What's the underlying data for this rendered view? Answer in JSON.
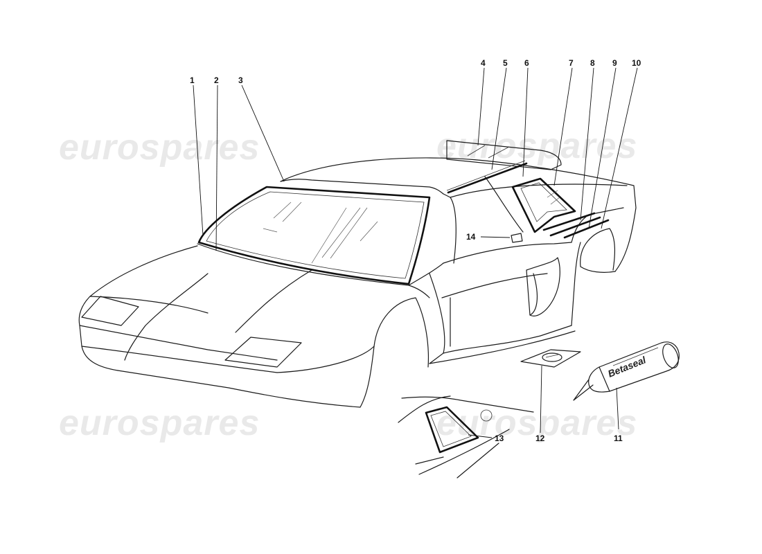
{
  "watermark": "eurospares",
  "callouts": [
    "1",
    "2",
    "3",
    "4",
    "5",
    "6",
    "7",
    "8",
    "9",
    "10",
    "11",
    "12",
    "13",
    "14"
  ],
  "tube_label": "Betaseal"
}
